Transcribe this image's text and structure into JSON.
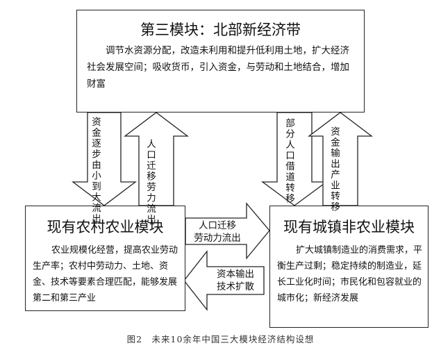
{
  "top_module": {
    "title": "第三模块：北部新经济带",
    "body": "调节水资源分配，改造未利用和提升低利用土地，扩大经济社会发展空间；吸收货币，引入资金，与劳动和土地结合，增加财富"
  },
  "rural_module": {
    "title": "现有农村农业模块",
    "body": "农业规模化经营，提高农业劳动生产率；农村中劳动力、土地、资金、技术等要素合理匹配，能够发展第二和第三产业"
  },
  "urban_module": {
    "title": "现有城镇非农业模块",
    "body": "扩大城镇制造业的消费需求，平衡生产过剩；稳定持续的制造业，延长工业化时间；市民化和包容就业的城市化；新经济发展"
  },
  "flows": {
    "capital_to_rural": "资金逐步由小到大流出",
    "labor_from_rural": "人口迁移劳力流出",
    "labor_from_urban": "部分人口借道转移",
    "capital_industry_to_top": "资金输出产业转移",
    "labor_rural_to_urban_1": "人口迁移",
    "labor_rural_to_urban_2": "劳动力流出",
    "capital_urban_to_rural_1": "资本输出",
    "capital_urban_to_rural_2": "技术扩散"
  },
  "caption": "图2　未来10余年中国三大模块经济结构设想"
}
